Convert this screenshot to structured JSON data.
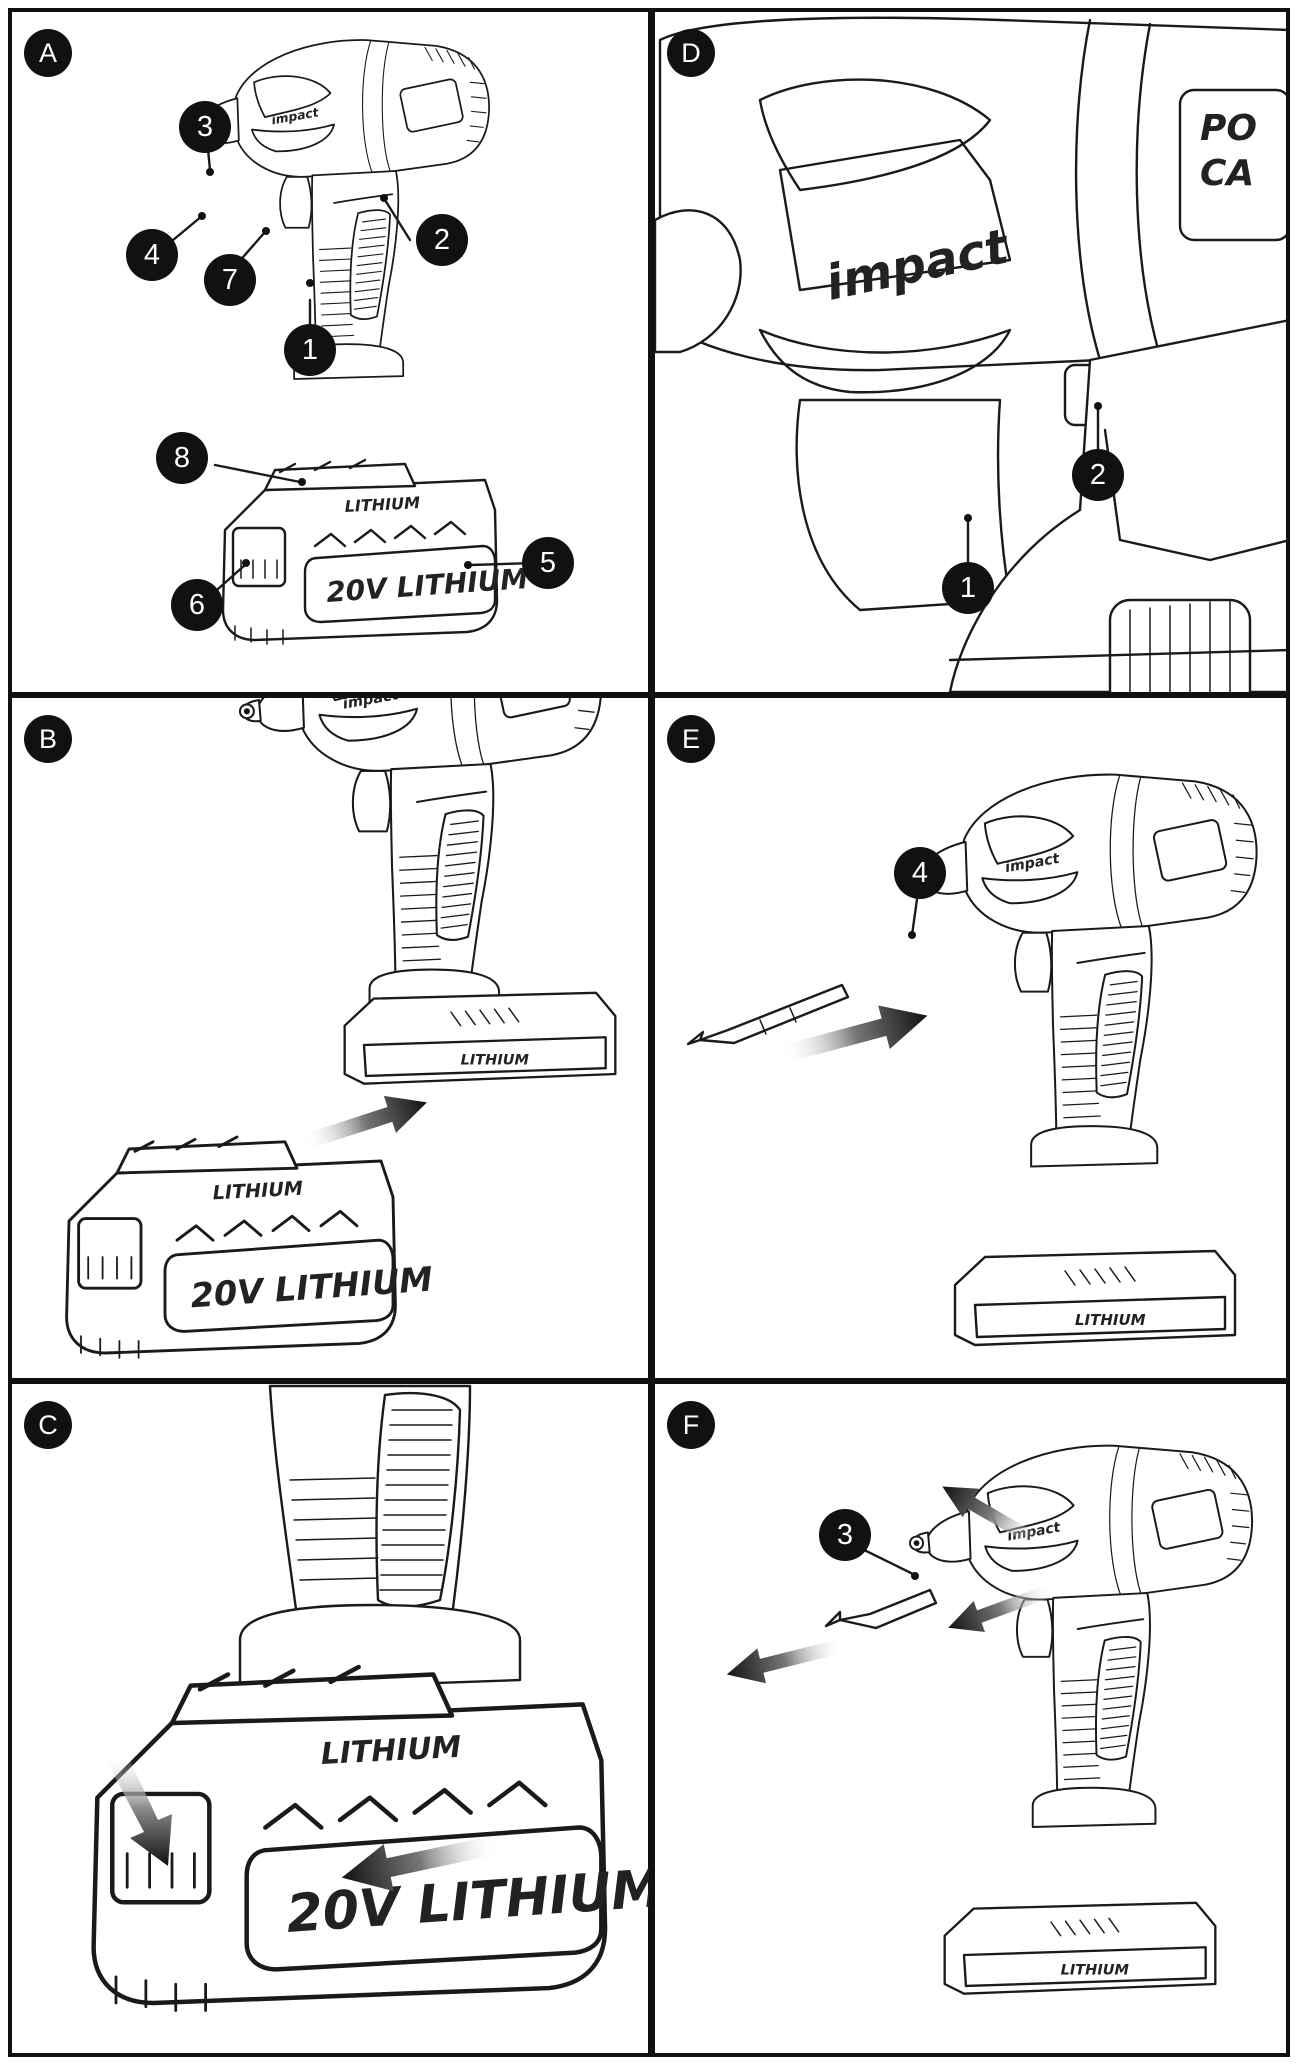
{
  "panels": {
    "A": {
      "label": "A",
      "callouts": [
        "1",
        "2",
        "3",
        "4",
        "5",
        "6",
        "7",
        "8"
      ]
    },
    "B": {
      "label": "B"
    },
    "C": {
      "label": "C"
    },
    "D": {
      "label": "D",
      "callouts": [
        "1",
        "2"
      ]
    },
    "E": {
      "label": "E",
      "callouts": [
        "4"
      ]
    },
    "F": {
      "label": "F",
      "callouts": [
        "3"
      ]
    }
  },
  "tool_text": {
    "brand": "PORTER CABLE",
    "model": "impact",
    "battery_rating": "20V",
    "battery_type": "LITHIUM"
  }
}
